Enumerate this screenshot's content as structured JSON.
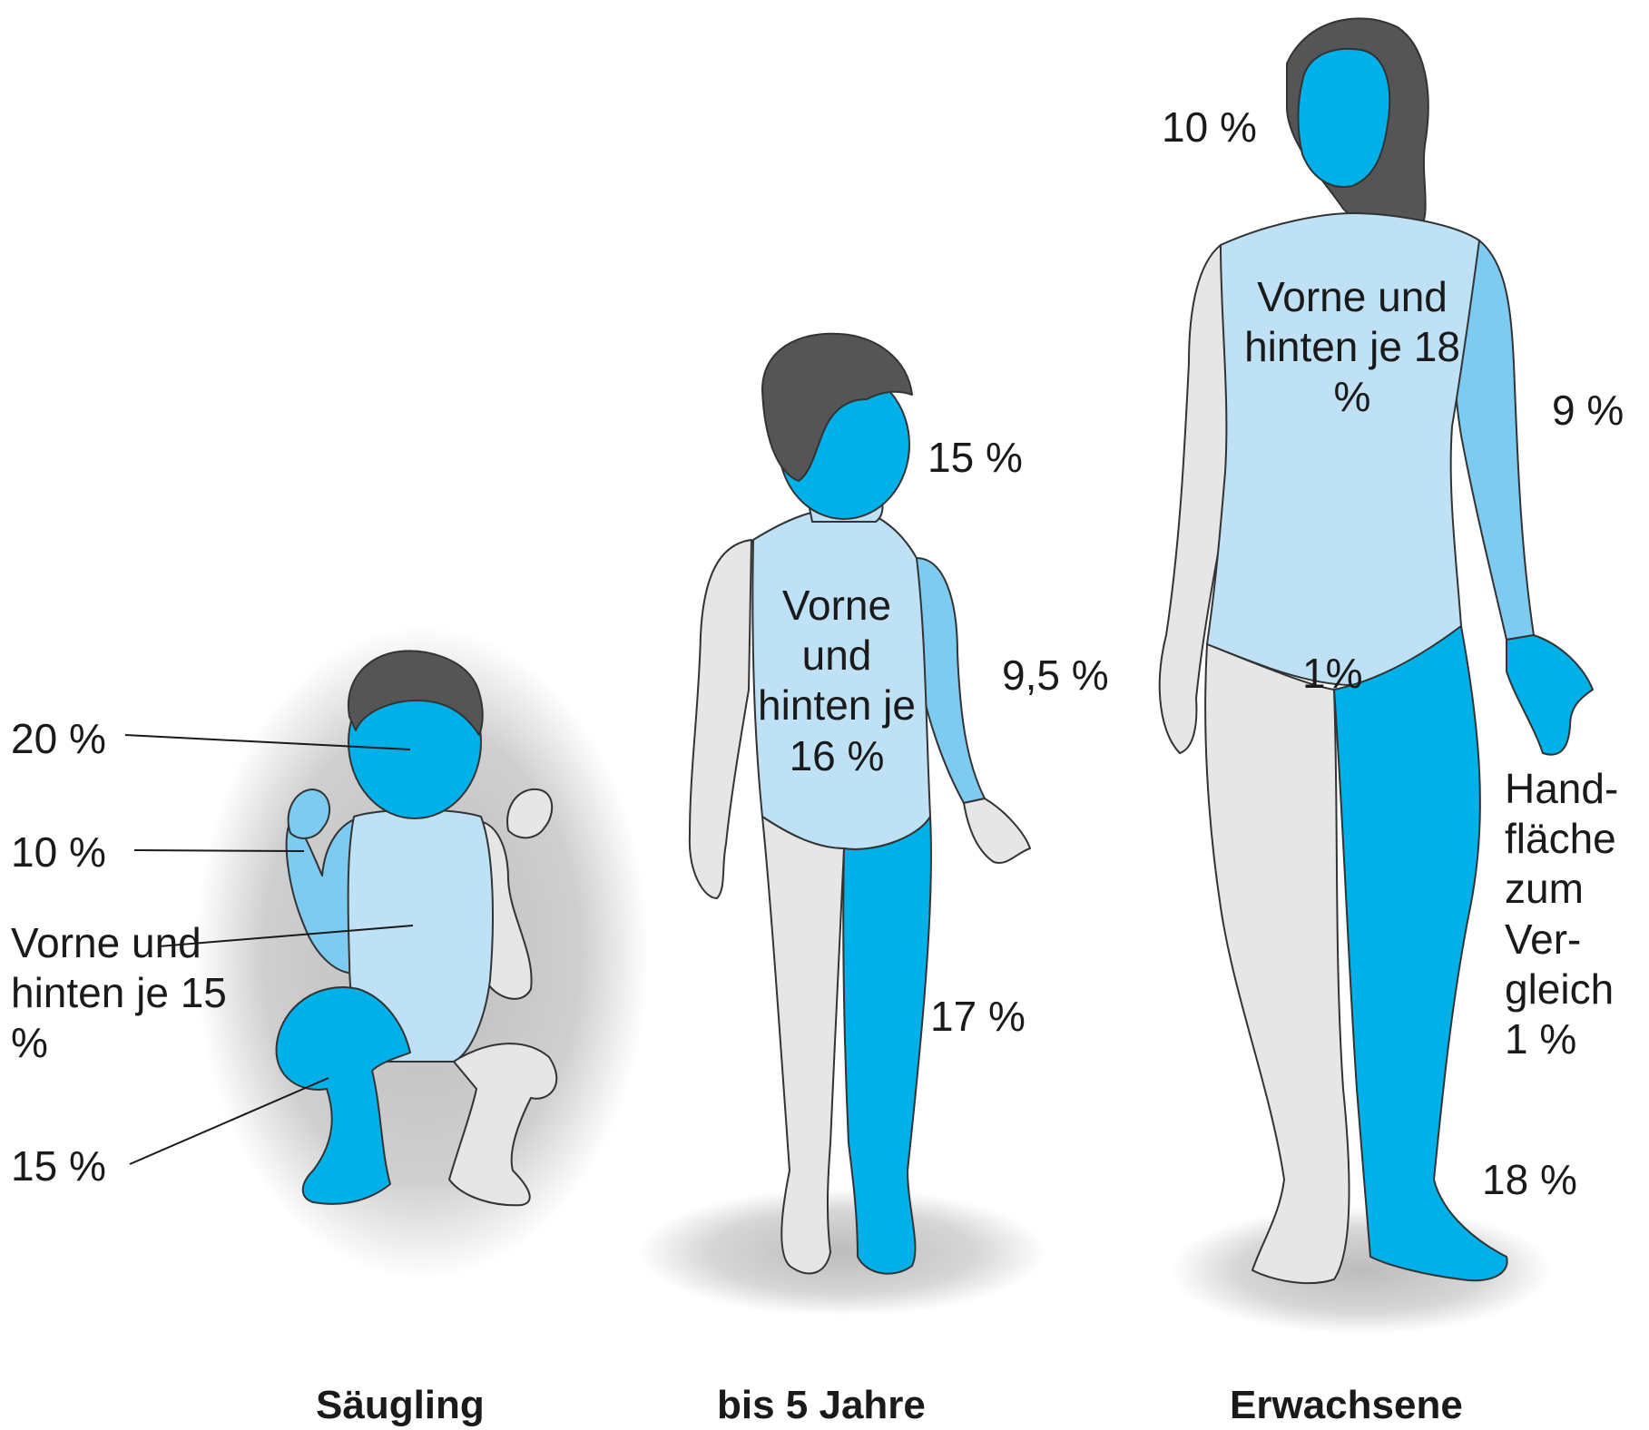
{
  "colors": {
    "face_blue": "#00b0e8",
    "mid_blue": "#7ecbf2",
    "light_blue": "#bfe1f6",
    "skin_gray": "#e6e6e6",
    "hair": "#555555",
    "shadow": "#cccccc",
    "outline": "#333333"
  },
  "infant": {
    "caption": "Säugling",
    "head": "20 %",
    "arm": "10 %",
    "torso": "Vorne und hinten je 15 %",
    "leg": "15 %"
  },
  "child": {
    "caption": "bis 5 Jahre",
    "head": "15 %",
    "torso": "Vorne und hinten je 16 %",
    "arm": "9,5 %",
    "leg": "17 %"
  },
  "adult": {
    "caption": "Erwachsene",
    "head": "10 %",
    "torso": "Vorne und hinten je 18 %",
    "arm": "9 %",
    "genital": "1%",
    "palm": "Hand­fläche zum Ver­gleich 1 %",
    "leg": "18 %"
  }
}
